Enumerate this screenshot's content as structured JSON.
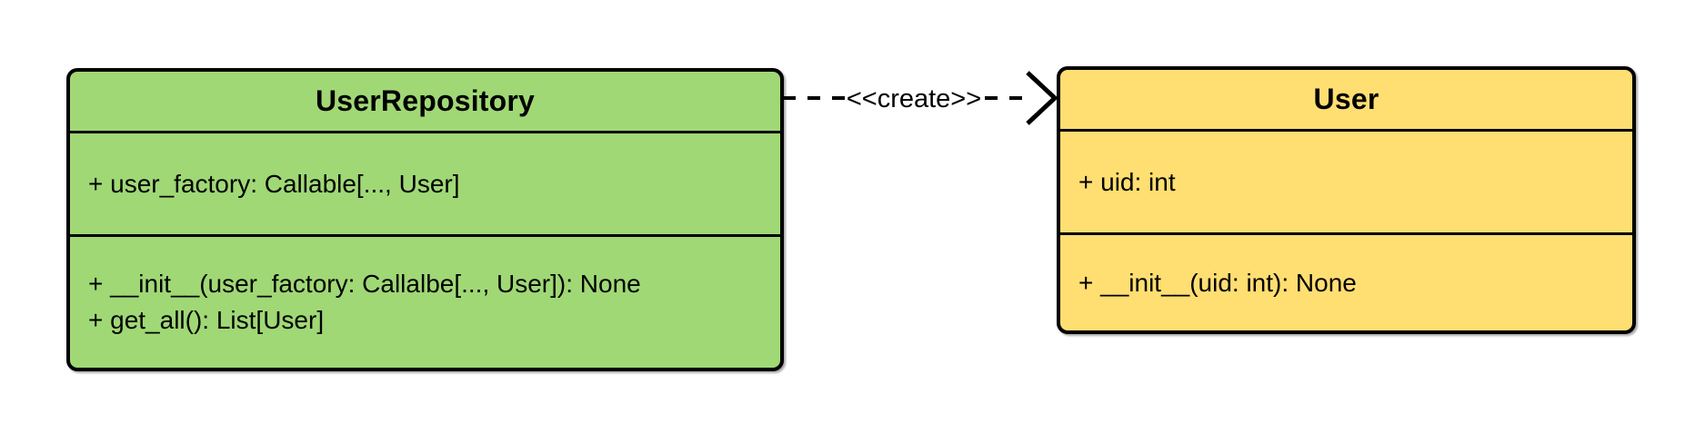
{
  "diagram": {
    "type": "uml-class-diagram",
    "background": "#FFFFFF",
    "stroke_color": "#000000",
    "text_color": "#000000",
    "classes": [
      {
        "name": "UserRepository",
        "fill": "#A0D876",
        "attributes": [
          "+ user_factory: Callable[..., User]"
        ],
        "methods": [
          "+ __init__(user_factory: Callalbe[..., User]): None",
          "+ get_all(): List[User]"
        ]
      },
      {
        "name": "User",
        "fill": "#FFDE72",
        "attributes": [
          "+ uid: int"
        ],
        "methods": [
          "+ __init__(uid: int): None"
        ]
      }
    ],
    "relation": {
      "from": "UserRepository",
      "to": "User",
      "label": "<<create>>",
      "line_style": "dashed",
      "arrowhead": "open",
      "color": "#000000"
    }
  }
}
